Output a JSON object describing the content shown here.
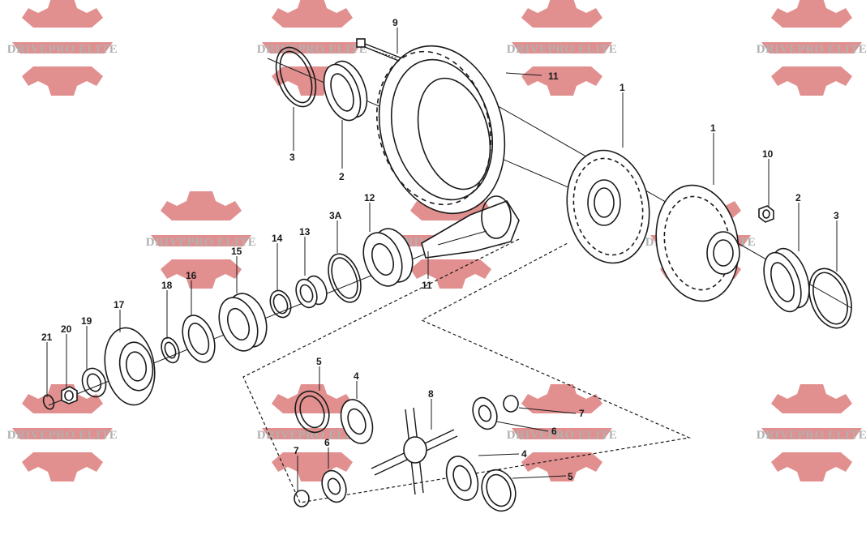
{
  "watermark": {
    "brand_text": "DRIVEPRO ELITE",
    "gear_color": "#e28f8f",
    "text_color": "#b0b0b0"
  },
  "diagram": {
    "line_color": "#1a1a1a",
    "callouts": {
      "c9": "9",
      "c11a": "11",
      "c1a": "1",
      "c1b": "1",
      "c3a": "3",
      "c2a": "2",
      "c10": "10",
      "c2b": "2",
      "c3b": "3",
      "c12": "12",
      "c3A": "3A",
      "c13": "13",
      "c14": "14",
      "c15": "15",
      "c16": "16",
      "c18": "18",
      "c17": "17",
      "c19": "19",
      "c20": "20",
      "c21": "21",
      "c11b": "11",
      "c5a": "5",
      "c4a": "4",
      "c8": "8",
      "c7a": "7",
      "c6a": "6",
      "c6b": "6",
      "c4b": "4",
      "c7b": "7",
      "c5b": "5"
    }
  }
}
